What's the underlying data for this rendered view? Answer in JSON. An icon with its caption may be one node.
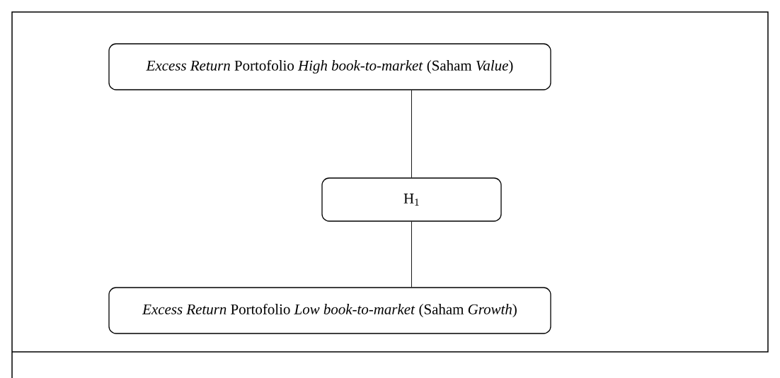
{
  "diagram": {
    "nodes": [
      {
        "text": [
          "*Excess Return* Portofolio *High book-to-market* (Saham *Value*)"
        ]
      },
      {
        "text": [
          "H$_{1}$"
        ]
      },
      {
        "text": [
          "*Excess Return* Portofolio *Low book-to-market* (Saham *Growth*)"
        ]
      }
    ],
    "edges": [
      {
        "from": 0,
        "to": 1,
        "arrow": "none"
      },
      {
        "from": 1,
        "to": 2,
        "arrow": "none"
      }
    ]
  }
}
